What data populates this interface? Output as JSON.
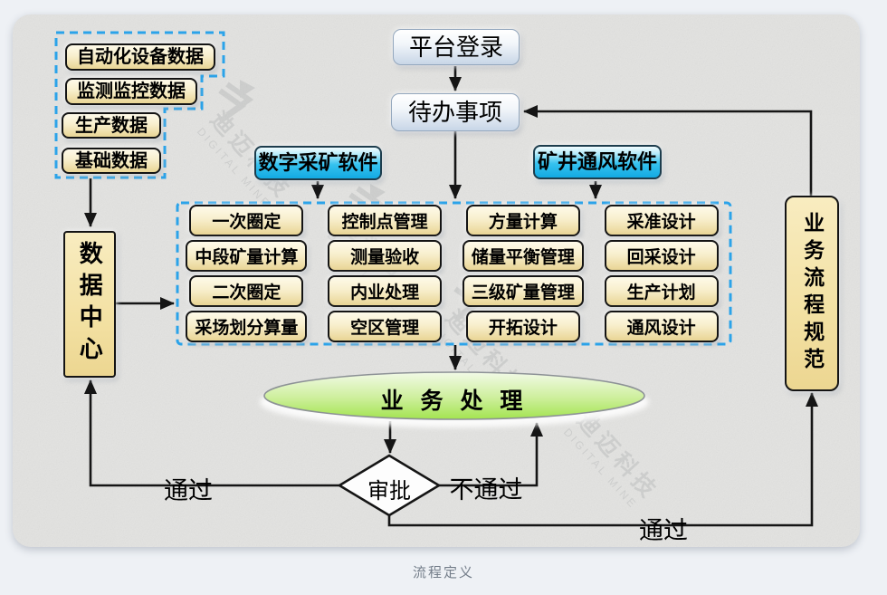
{
  "caption": "流程定义",
  "nodes": {
    "platform_login": "平台登录",
    "todo_items": "待办事项",
    "digital_mining_software": "数字采矿软件",
    "mine_ventilation_software": "矿井通风软件",
    "data_center": "数据中心",
    "business_process_spec": "业务流程规范",
    "business_processing": "业 务 处 理",
    "approval": "审批"
  },
  "data_sources": [
    "自动化设备数据",
    "监测监控数据",
    "生产数据",
    "基础数据"
  ],
  "modules": {
    "columns": [
      [
        "一次圈定",
        "中段矿量计算",
        "二次圈定",
        "采场划分算量"
      ],
      [
        "控制点管理",
        "测量验收",
        "内业处理",
        "空区管理"
      ],
      [
        "方量计算",
        "储量平衡管理",
        "三级矿量管理",
        "开拓设计"
      ],
      [
        "采准设计",
        "回采设计",
        "生产计划",
        "通风设计"
      ]
    ]
  },
  "edge_labels": {
    "approved_left": "通过",
    "rejected": "不通过",
    "approved_bottom": "通过"
  },
  "watermark": {
    "cn": "迪迈科技",
    "en": "DIGITAL MINE"
  },
  "colors": {
    "dashed_container": "#2ba3e9",
    "yellow_box_top": "#fdf8e1",
    "yellow_box_bottom": "#e8d494",
    "blue_box": "#1fb6ea",
    "ellipse_green": "#a9e558",
    "line": "#151515",
    "card_bg": "#e3e3e1"
  }
}
